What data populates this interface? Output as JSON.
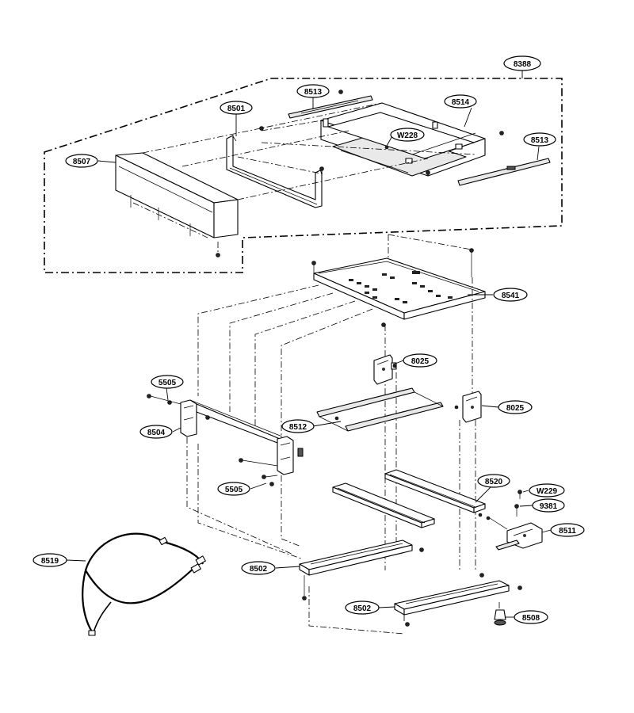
{
  "callouts": [
    {
      "id": "8388",
      "label": "8388"
    },
    {
      "id": "8513a",
      "label": "8513"
    },
    {
      "id": "8514",
      "label": "8514"
    },
    {
      "id": "8501",
      "label": "8501"
    },
    {
      "id": "w228",
      "label": "W228"
    },
    {
      "id": "8513b",
      "label": "8513"
    },
    {
      "id": "8507",
      "label": "8507"
    },
    {
      "id": "8541",
      "label": "8541"
    },
    {
      "id": "8025a",
      "label": "8025"
    },
    {
      "id": "5505a",
      "label": "5505"
    },
    {
      "id": "8025b",
      "label": "8025"
    },
    {
      "id": "8504",
      "label": "8504"
    },
    {
      "id": "8512",
      "label": "8512"
    },
    {
      "id": "5505b",
      "label": "5505"
    },
    {
      "id": "8520",
      "label": "8520"
    },
    {
      "id": "w229",
      "label": "W229"
    },
    {
      "id": "9381",
      "label": "9381"
    },
    {
      "id": "8511",
      "label": "8511"
    },
    {
      "id": "8519",
      "label": "8519"
    },
    {
      "id": "8502a",
      "label": "8502"
    },
    {
      "id": "8502b",
      "label": "8502"
    },
    {
      "id": "8508",
      "label": "8508"
    }
  ]
}
